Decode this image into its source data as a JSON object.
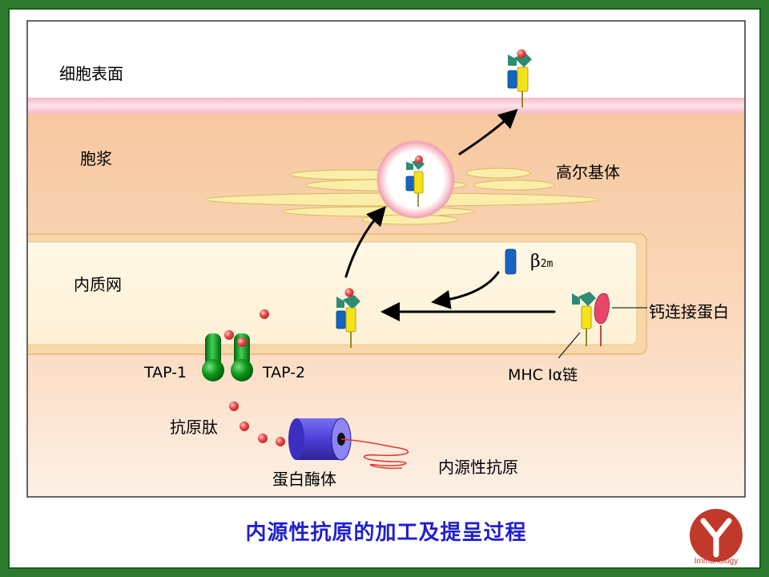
{
  "regions": {
    "cell_surface": "细胞表面",
    "cytoplasm": "胞浆",
    "er": "内质网"
  },
  "labels": {
    "golgi": "高尔基体",
    "b2m_symbol": "β",
    "b2m_sub": "2m",
    "calnexin": "钙连接蛋白",
    "mhc_chain": "MHC Iα链",
    "tap1": "TAP-1",
    "tap2": "TAP-2",
    "peptide": "抗原肽",
    "proteasome": "蛋白酶体",
    "endogenous_antigen": "内源性抗原"
  },
  "title": "内源性抗原的加工及提呈过程",
  "logo": {
    "text": "Immunology"
  },
  "colors": {
    "frame_green": "#2c7a2e",
    "title_blue": "#1f1fd0",
    "peptide_red": "#e53935",
    "alpha_yellow": "#f5e21b",
    "b2m_blue": "#1565c0",
    "alpha_teal": "#2e8b74",
    "tap_green": "#0a8a1a",
    "proteasome_purple": "#4b3fd6",
    "calnexin_pink": "#e8456b"
  }
}
